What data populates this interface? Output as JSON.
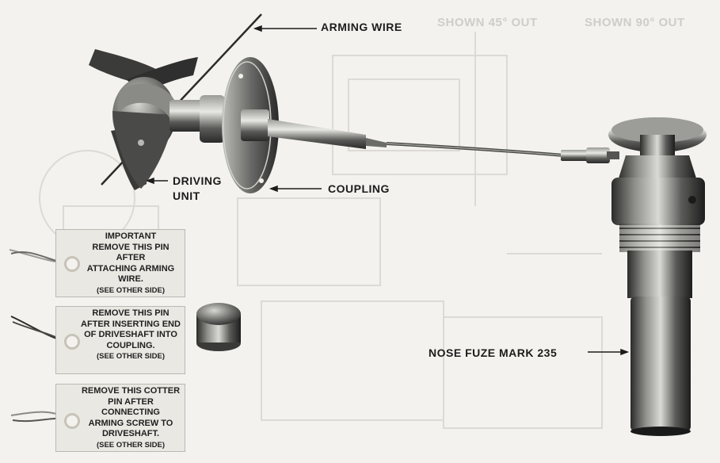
{
  "labels": {
    "arming_wire": "ARMING WIRE",
    "driving_unit_1": "DRIVING",
    "driving_unit_2": "UNIT",
    "coupling": "COUPLING",
    "nose_fuze": "NOSE  FUZE MARK 235"
  },
  "tags": [
    {
      "lines": [
        "IMPORTANT",
        "REMOVE THIS PIN AFTER",
        "ATTACHING ARMING",
        "WIRE."
      ],
      "sub": "(SEE OTHER SIDE)"
    },
    {
      "lines": [
        "REMOVE THIS PIN",
        "AFTER INSERTING END",
        "OF DRIVESHAFT INTO",
        "COUPLING."
      ],
      "sub": "(SEE OTHER SIDE)"
    },
    {
      "lines": [
        "REMOVE THIS COTTER",
        "PIN AFTER CONNECTING",
        "ARMING SCREW TO",
        "DRIVESHAFT."
      ],
      "sub": "(SEE OTHER SIDE)"
    }
  ],
  "background_text": {
    "shown_45_out": "SHOWN 45° OUT",
    "shown_90_out": "SHOWN 90° OUT"
  }
}
